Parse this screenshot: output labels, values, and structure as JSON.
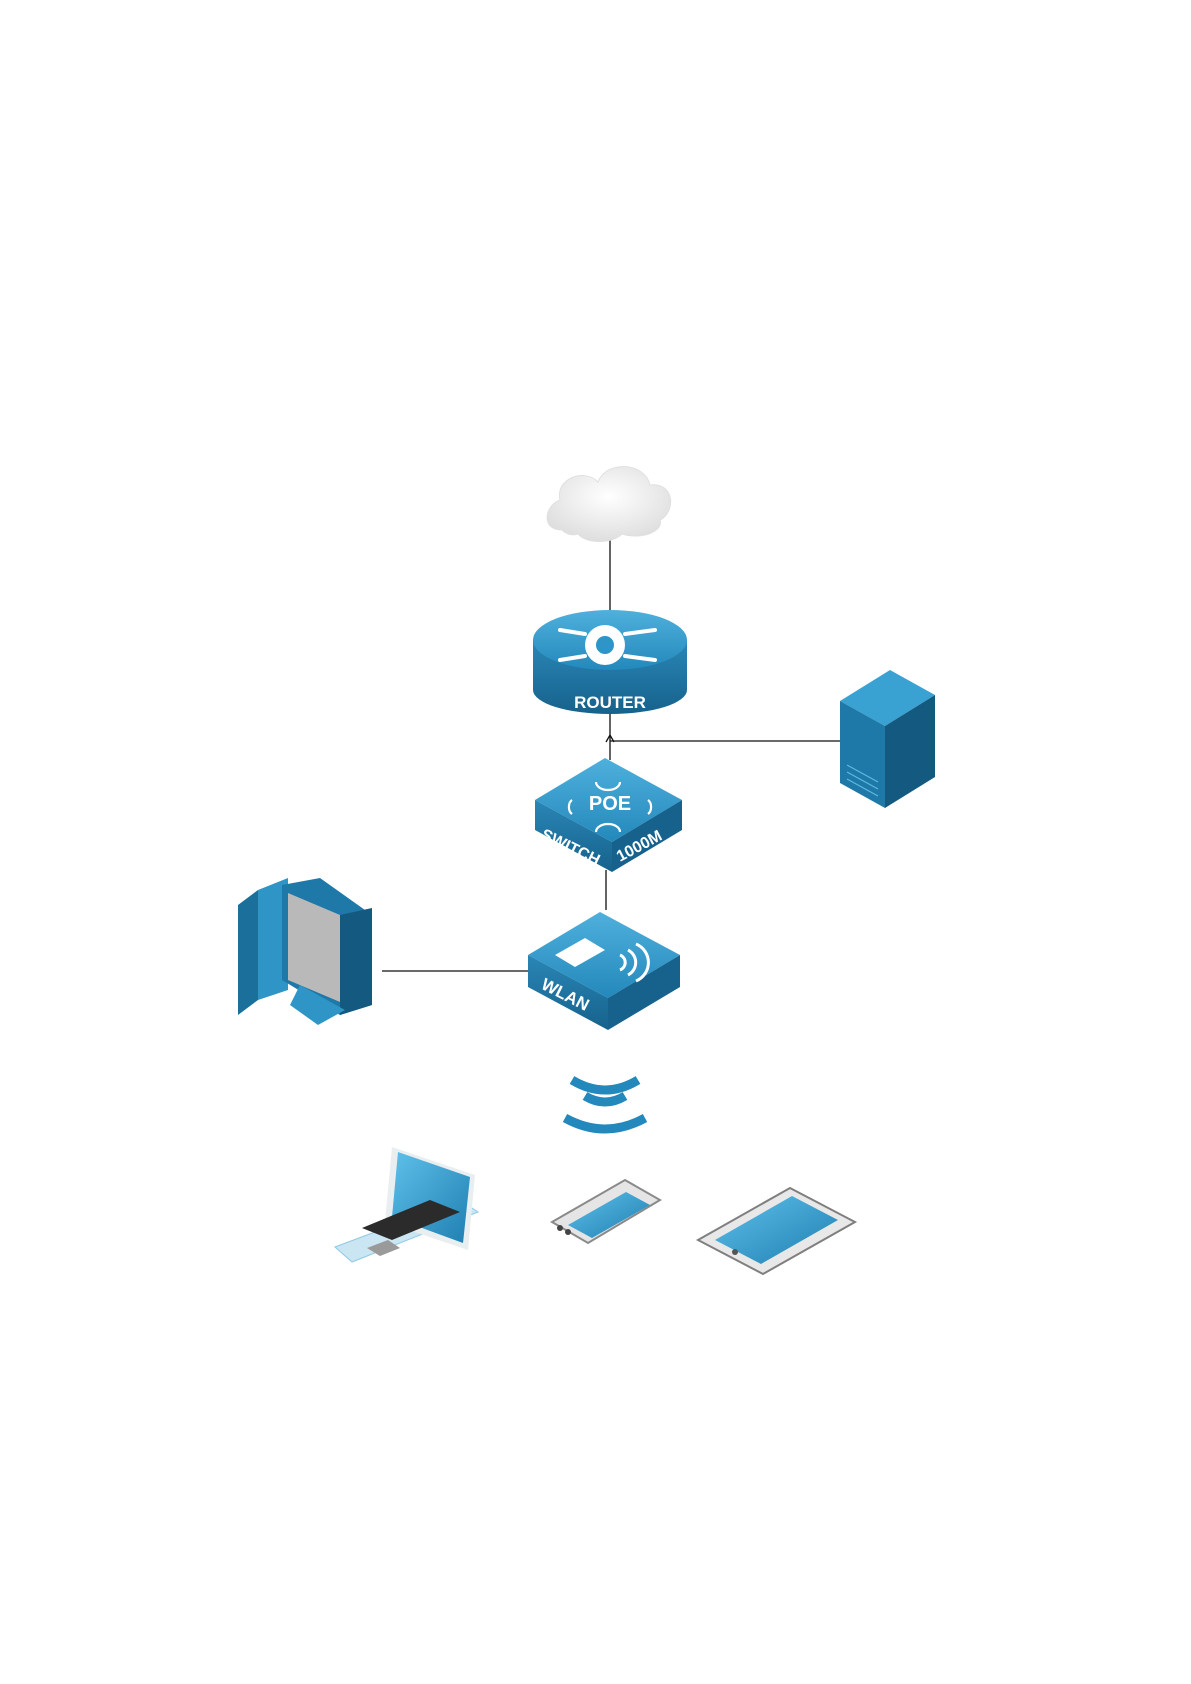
{
  "diagram": {
    "nodes": [
      {
        "id": "cloud",
        "icon": "cloud-icon"
      },
      {
        "id": "router",
        "icon": "router-icon",
        "label": "ROUTER"
      },
      {
        "id": "server",
        "icon": "server-tower-icon"
      },
      {
        "id": "poe_switch",
        "icon": "poe-switch-icon",
        "label": "POE",
        "label_left": "SWITCH",
        "label_right": "1000M"
      },
      {
        "id": "wlan",
        "icon": "wlan-access-point-icon",
        "label": "WLAN"
      },
      {
        "id": "desktop",
        "icon": "desktop-computer-icon"
      },
      {
        "id": "wifi",
        "icon": "wifi-signal-icon"
      },
      {
        "id": "laptop",
        "icon": "laptop-icon"
      },
      {
        "id": "phone",
        "icon": "smartphone-icon"
      },
      {
        "id": "tablet",
        "icon": "tablet-icon"
      }
    ],
    "edges": [
      [
        "cloud",
        "router"
      ],
      [
        "router",
        "poe_switch"
      ],
      [
        "server",
        "router"
      ],
      [
        "poe_switch",
        "wlan"
      ],
      [
        "desktop",
        "wlan"
      ]
    ],
    "colors": {
      "device_top": "#2f95c6",
      "device_side": "#1b6f9b",
      "device_dark": "#145a80",
      "screen_gray": "#b9b9b9",
      "cloud": "#f2f2f2",
      "line": "#111111"
    }
  }
}
